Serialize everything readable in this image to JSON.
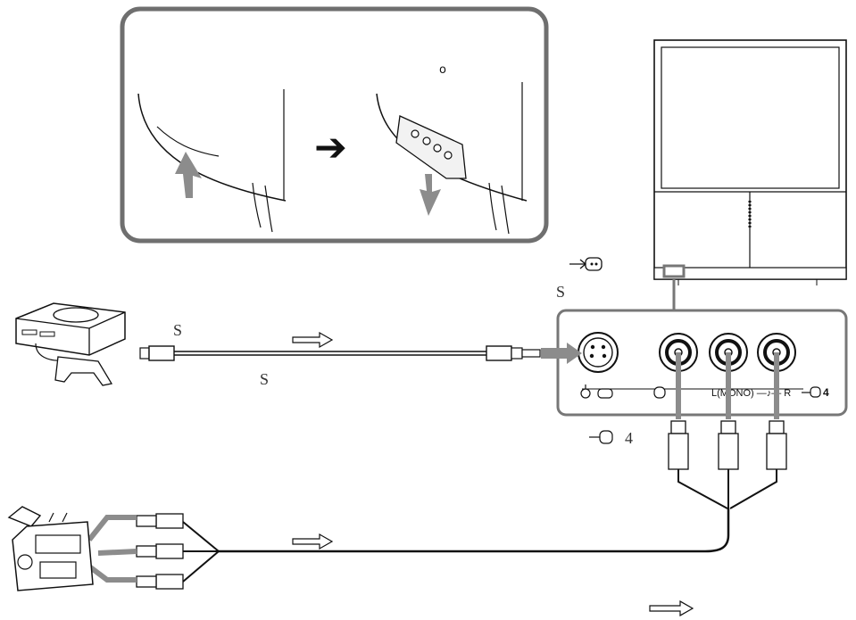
{
  "labels": {
    "s_video_top": "S",
    "s_cable_left": "S",
    "s_cable_below": "S",
    "input4_below": "4",
    "panel_audio": "L(MONO) —♪— R",
    "panel_input4": "4"
  },
  "symbols": {
    "circle_mark": "o",
    "arrow_right": "➔"
  },
  "colors": {
    "line": "#111111",
    "gray_arrow": "#8c8c8c",
    "frame": "#6f6f6f"
  }
}
